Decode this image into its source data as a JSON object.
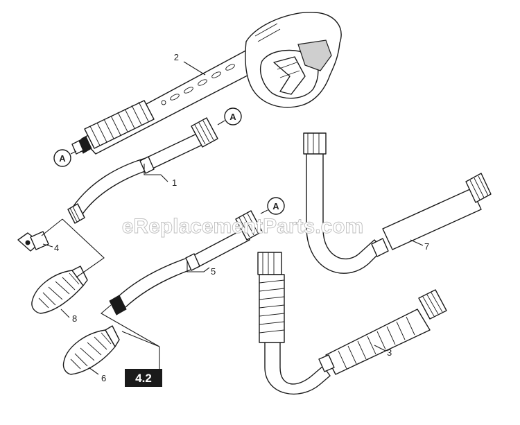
{
  "watermark": "eReplacementParts.com",
  "connector_letter": "A",
  "callouts": {
    "c1": "1",
    "c2": "2",
    "c3": "3",
    "c4": "4",
    "c5": "5",
    "c6": "6",
    "c7": "7",
    "c8": "8"
  },
  "badge": "4.2"
}
